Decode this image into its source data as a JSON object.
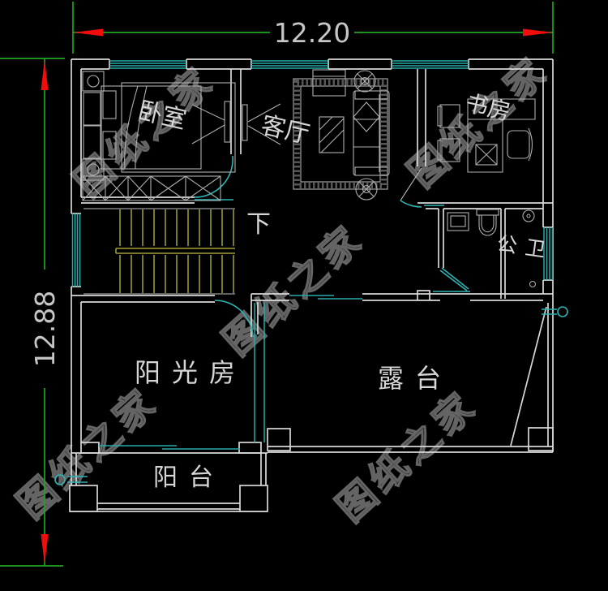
{
  "drawing": {
    "type": "floor-plan",
    "watermark_text": "图纸之家",
    "dimensions": {
      "width_m": "12.20",
      "height_m": "12.88"
    },
    "labels": {
      "bedroom": "卧室",
      "living_room": "客厅",
      "study": "书房",
      "bathroom": "公卫",
      "sunroom": "阳光房",
      "terrace": "露台",
      "balcony": "阳台",
      "stair_direction": "下"
    },
    "colors": {
      "background": "#000000",
      "walls": "#d8d8d8",
      "furniture": "#aeaeae",
      "dimension_line": "#1fa51f",
      "dimension_arrow": "#f20d0d",
      "window_glass": "#28a9a9",
      "stairs": "#bcbc3e",
      "label_text": "#d6d6d6",
      "watermark": "#6d6d6d"
    }
  }
}
